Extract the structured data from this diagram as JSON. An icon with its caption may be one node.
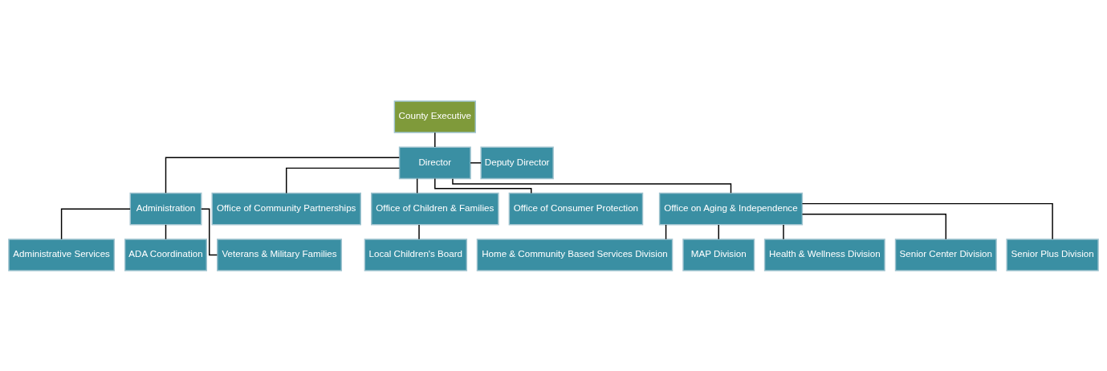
{
  "diagram": {
    "nodes": [
      {
        "text": [
          "County Executive"
        ]
      },
      {
        "text": [
          "Director"
        ]
      },
      {
        "text": [
          "Deputy Director"
        ]
      },
      {
        "text": [
          "Administration"
        ]
      },
      {
        "text": [
          "Office of Community Partnerships"
        ]
      },
      {
        "text": [
          "Office of Children & Families"
        ]
      },
      {
        "text": [
          "Office of Consumer Protection"
        ]
      },
      {
        "text": [
          "Office on Aging & Independence"
        ]
      },
      {
        "text": [
          "Administrative Services"
        ]
      },
      {
        "text": [
          "Local Children's Board"
        ]
      },
      {
        "text": [
          "Home & Community Based Services Division"
        ]
      },
      {
        "text": [
          "MAP Division"
        ]
      },
      {
        "text": [
          "ADA Coordination"
        ]
      },
      {
        "text": [
          "Veterans & Military Families"
        ]
      },
      {
        "text": [
          "Health & Wellness Division"
        ]
      },
      {
        "text": [
          "Senior Center Division"
        ]
      },
      {
        "text": [
          "Senior Plus Division"
        ]
      }
    ],
    "edges": [
      {
        "from": 0,
        "to": 1,
        "arrow": "none"
      },
      {
        "from": 1,
        "to": 2,
        "arrow": "none"
      },
      {
        "from": 1,
        "to": 3,
        "arrow": "none"
      },
      {
        "from": 1,
        "to": 4,
        "arrow": "none"
      },
      {
        "from": 1,
        "to": 5,
        "arrow": "none"
      },
      {
        "from": 1,
        "to": 6,
        "arrow": "none"
      },
      {
        "from": 1,
        "to": 7,
        "arrow": "none"
      },
      {
        "from": 3,
        "to": 8,
        "arrow": "none"
      },
      {
        "from": 3,
        "to": 12,
        "arrow": "none"
      },
      {
        "from": 3,
        "to": 13,
        "arrow": "none"
      },
      {
        "from": 5,
        "to": 9,
        "arrow": "none"
      },
      {
        "from": 7,
        "to": 10,
        "arrow": "none"
      },
      {
        "from": 7,
        "to": 11,
        "arrow": "none"
      },
      {
        "from": 7,
        "to": 14,
        "arrow": "none"
      },
      {
        "from": 7,
        "to": 15,
        "arrow": "none"
      },
      {
        "from": 7,
        "to": 16,
        "arrow": "none"
      }
    ]
  }
}
